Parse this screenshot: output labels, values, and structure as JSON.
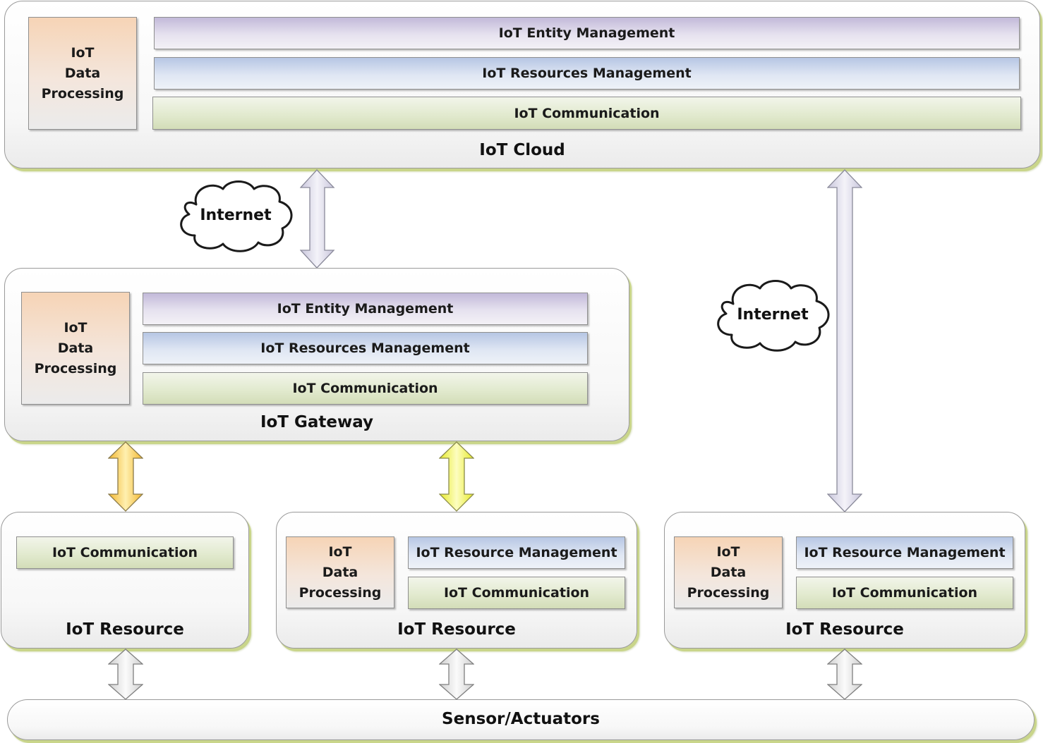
{
  "cloud_tier": {
    "title": "IoT Cloud",
    "data_processing": "IoT\nData\nProcessing",
    "entity_management": "IoT Entity Management",
    "resources_management": "IoT Resources Management",
    "communication": "IoT Communication"
  },
  "gateway_tier": {
    "title": "IoT Gateway",
    "data_processing": "IoT\nData\nProcessing",
    "entity_management": "IoT Entity Management",
    "resources_management": "IoT Resources Management",
    "communication": "IoT Communication"
  },
  "resources": [
    {
      "title": "IoT Resource",
      "communication": "IoT Communication"
    },
    {
      "title": "IoT Resource",
      "data_processing": "IoT\nData\nProcessing",
      "resource_management": "IoT Resource Management",
      "communication": "IoT Communication"
    },
    {
      "title": "IoT Resource",
      "data_processing": "IoT\nData\nProcessing",
      "resource_management": "IoT Resource Management",
      "communication": "IoT Communication"
    }
  ],
  "internet_clouds": [
    "Internet",
    "Internet"
  ],
  "sensor_bar": "Sensor/Actuators",
  "colors": {
    "entity_management": "#c2b9d9",
    "resources_management": "#b6c6e4",
    "communication": "#e2eacf",
    "data_processing": "#f6d4b6",
    "internet_arrow": "#dcdaea",
    "gateway_arrow_left": "#f5c43a",
    "gateway_arrow_right": "#f1f23f",
    "sensor_arrow": "#e0e0e0",
    "panel_shadow": "#c9d58a"
  }
}
